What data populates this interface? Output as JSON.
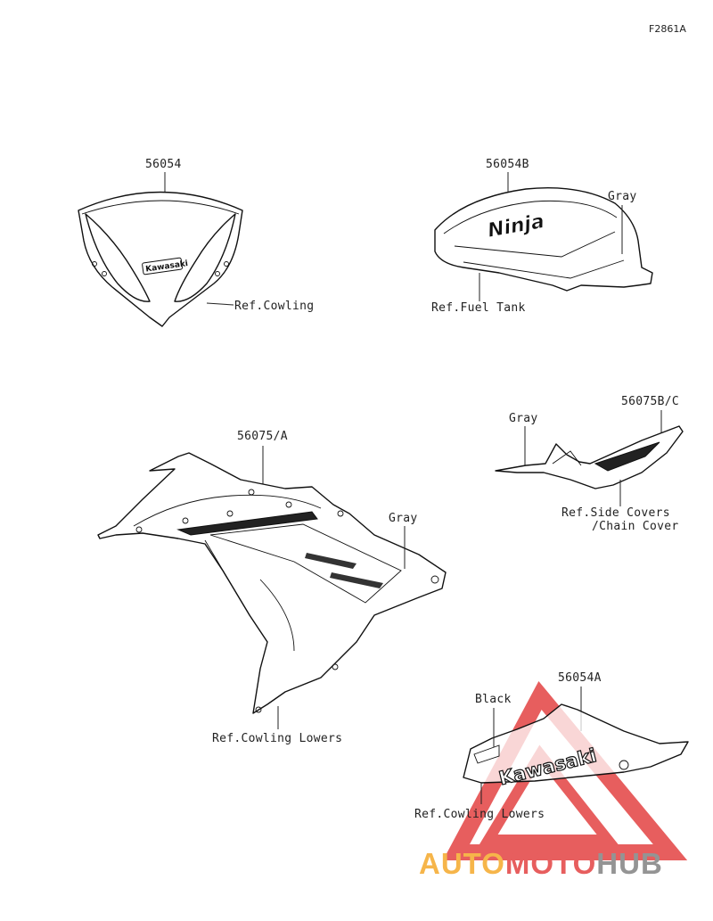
{
  "figure_code": "F2861A",
  "groups": {
    "windscreen": {
      "part_no": "56054",
      "ref": "Ref.Cowling",
      "decal_text": "Kawasaki"
    },
    "fuel_tank": {
      "part_no": "56054B",
      "color_note": "Gray",
      "ref": "Ref.Fuel Tank",
      "decal_text": "Ninja"
    },
    "side_covers": {
      "part_no": "56075B/C",
      "color_note": "Gray",
      "ref_line1": "Ref.Side Covers",
      "ref_line2": "/Chain Cover"
    },
    "cowling": {
      "part_no": "56075/A",
      "color_note": "Gray",
      "ref": "Ref.Cowling Lowers"
    },
    "cowling_lower": {
      "part_no": "56054A",
      "color_note": "Black",
      "ref": "Ref.Cowling Lowers",
      "decal_text": "Kawasaki"
    }
  },
  "watermark": {
    "text_part1": "AUTO",
    "text_part2": "MOTO",
    "text_part3": "HUB",
    "color_red": "#e23b3b",
    "color_orange": "#f5a623",
    "color_gray": "#7d7d7d"
  }
}
